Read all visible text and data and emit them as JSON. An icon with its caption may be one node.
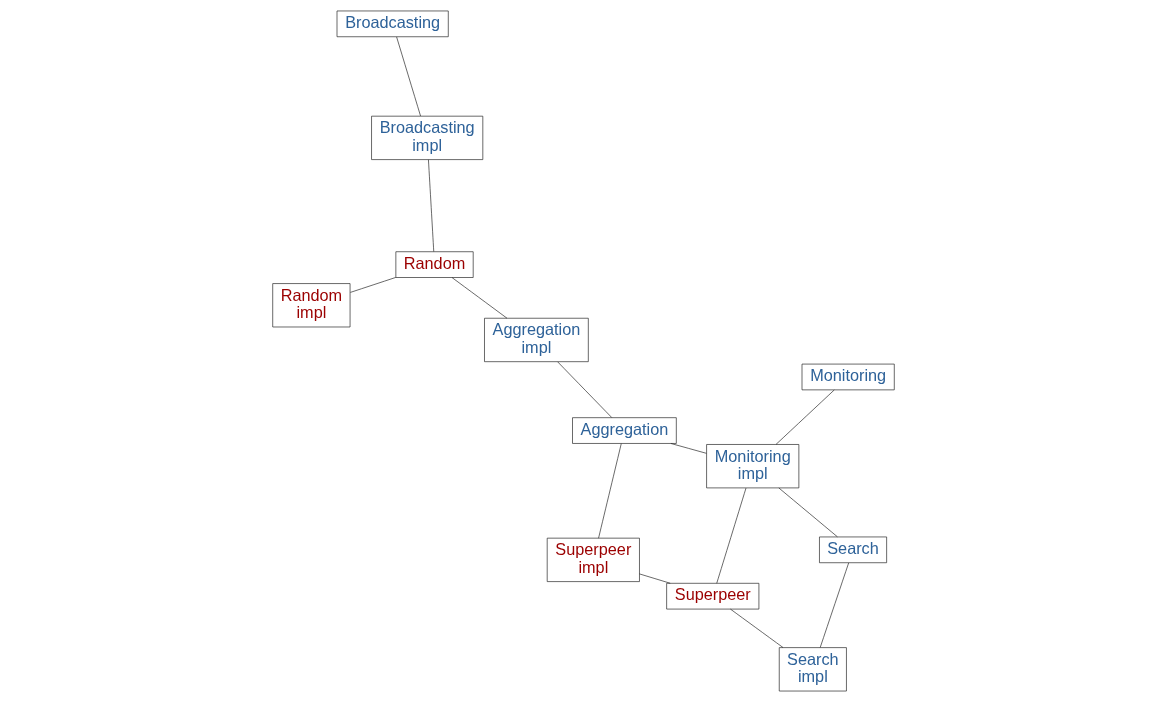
{
  "diagram": {
    "nodes": [
      {
        "text": [
          "Random impl"
        ]
      },
      {
        "text": [
          "Random"
        ]
      },
      {
        "text": [
          "Broadcasting"
        ]
      },
      {
        "text": [
          "Broadcasting impl"
        ]
      },
      {
        "text": [
          "Monitoring"
        ]
      },
      {
        "text": [
          "Aggregation impl"
        ]
      },
      {
        "text": [
          "Aggregation"
        ]
      },
      {
        "text": [
          "Monitoring impl"
        ]
      },
      {
        "text": [
          "Superpeer impl"
        ]
      },
      {
        "text": [
          "Superpeer"
        ]
      },
      {
        "text": [
          "Search"
        ]
      },
      {
        "text": [
          "Search impl"
        ]
      }
    ],
    "edges": [
      {
        "from": 0,
        "to": 1,
        "arrow": "none"
      },
      {
        "from": 1,
        "to": 3,
        "arrow": "none"
      },
      {
        "from": 2,
        "to": 3,
        "arrow": "none"
      },
      {
        "from": 1,
        "to": 5,
        "arrow": "none"
      },
      {
        "from": 5,
        "to": 6,
        "arrow": "none"
      },
      {
        "from": 6,
        "to": 7,
        "arrow": "none"
      },
      {
        "from": 4,
        "to": 7,
        "arrow": "none"
      },
      {
        "from": 6,
        "to": 8,
        "arrow": "none"
      },
      {
        "from": 8,
        "to": 9,
        "arrow": "none"
      },
      {
        "from": 9,
        "to": 7,
        "arrow": "none"
      },
      {
        "from": 7,
        "to": 10,
        "arrow": "none"
      },
      {
        "from": 10,
        "to": 11,
        "arrow": "none"
      },
      {
        "from": 9,
        "to": 11,
        "arrow": "none"
      }
    ]
  }
}
